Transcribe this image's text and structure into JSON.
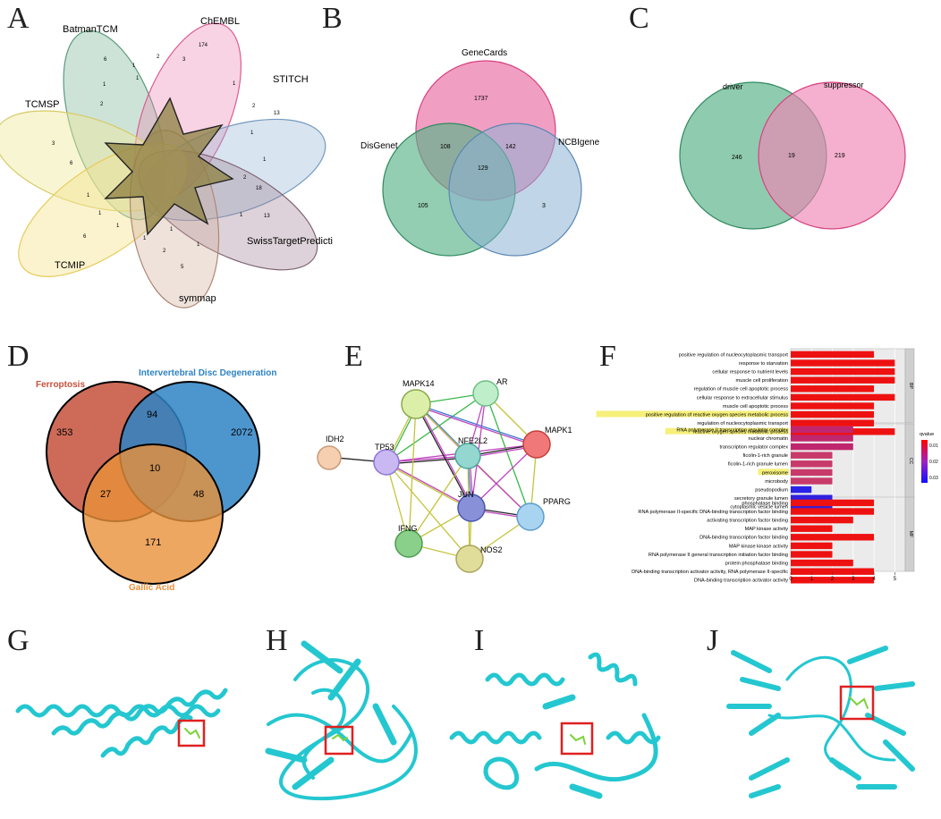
{
  "panels": [
    "A",
    "B",
    "C",
    "D",
    "E",
    "F",
    "G",
    "H",
    "I",
    "J"
  ],
  "venn_a": {
    "labels": [
      "BatmanTCM",
      "ChEMBL",
      "STITCH",
      "TCMSP",
      "SwissTargetPredicti",
      "TCMIP",
      "symmap"
    ],
    "numbers": [
      "6",
      "174",
      "13",
      "3",
      "6",
      "13",
      "6",
      "5",
      "18",
      "1",
      "1",
      "2",
      "3",
      "2",
      "1",
      "1",
      "1",
      "2",
      "1",
      "1",
      "1",
      "1",
      "2",
      "1",
      "1",
      "2",
      "1",
      "1"
    ]
  },
  "venn_b": {
    "labels": [
      "GeneCards",
      "DisGenet",
      "NCBIgene"
    ],
    "numbers": [
      "1737",
      "108",
      "142",
      "129",
      "105",
      "3"
    ]
  },
  "venn_c": {
    "labels": [
      "driver",
      "suppressor"
    ],
    "numbers": [
      "246",
      "19",
      "219"
    ]
  },
  "venn_d": {
    "labels": [
      "Ferroptosis",
      "Intervertebral Disc Degeneration",
      "Gallic Acid"
    ],
    "numbers": [
      "353",
      "94",
      "2072",
      "10",
      "27",
      "48",
      "171"
    ],
    "colors": [
      "#c4513b",
      "#2e83c4",
      "#e8913a"
    ]
  },
  "network_e": {
    "nodes": [
      "MAPK14",
      "AR",
      "IDH2",
      "TP53",
      "NFE2L2",
      "MAPK1",
      "JUN",
      "PPARG",
      "IFNG",
      "NOS2"
    ]
  },
  "chart_f": {
    "groups": [
      "BP",
      "CC",
      "MF"
    ],
    "terms": [
      "positive regulation of nucleocytoplasmic transport",
      "response to starvation",
      "cellular response to nutrient levels",
      "muscle cell proliferation",
      "regulation of muscle cell apoptotic process",
      "cellular response to extracellular stimulus",
      "muscle cell apoptotic process",
      "positive regulation of reactive oxygen species metabolic process",
      "regulation of nucleocytoplasmic transport",
      "reactive oxygen species metabolic process",
      "RNA polymerase II transcription regulator complex",
      "nuclear chromatin",
      "transcription regulator complex",
      "ficolin-1-rich granule",
      "ficolin-1-rich granule lumen",
      "peroxisome",
      "microbody",
      "pseudopodium",
      "secretory granule lumen",
      "cytoplasmic vesicle lumen",
      "phosphatase binding",
      "RNA polymerase II-specific DNA-binding transcription factor binding",
      "activating transcription factor binding",
      "MAP kinase activity",
      "DNA-binding transcription factor binding",
      "MAP kinase kinase activity",
      "RNA polymerase II general transcription initiation factor binding",
      "protein phosphatase binding",
      "DNA-binding transcription activator activity, RNA polymerase II-specific",
      "DNA-binding transcription activator activity"
    ],
    "xticks": [
      "0",
      "1",
      "2",
      "3",
      "4",
      "5"
    ],
    "legend_title": "qvalue",
    "legend_ticks": [
      "0.01",
      "0.02",
      "0.03"
    ]
  },
  "chart_data": {
    "type": "bar",
    "categories": [
      "positive regulation of nucleocytoplasmic transport",
      "response to starvation",
      "cellular response to nutrient levels",
      "muscle cell proliferation",
      "regulation of muscle cell apoptotic process",
      "cellular response to extracellular stimulus",
      "muscle cell apoptotic process",
      "positive regulation of reactive oxygen species metabolic process",
      "regulation of nucleocytoplasmic transport",
      "reactive oxygen species metabolic process",
      "RNA polymerase II transcription regulator complex",
      "nuclear chromatin",
      "transcription regulator complex",
      "ficolin-1-rich granule",
      "ficolin-1-rich granule lumen",
      "peroxisome",
      "microbody",
      "pseudopodium",
      "secretory granule lumen",
      "cytoplasmic vesicle lumen",
      "phosphatase binding",
      "RNA polymerase II-specific DNA-binding transcription factor binding",
      "activating transcription factor binding",
      "MAP kinase activity",
      "DNA-binding transcription factor binding",
      "MAP kinase kinase activity",
      "RNA polymerase II general transcription initiation factor binding",
      "protein phosphatase binding",
      "DNA-binding transcription activator activity, RNA polymerase II-specific",
      "DNA-binding transcription activator activity"
    ],
    "values": [
      4,
      5,
      5,
      5,
      4,
      5,
      4,
      4,
      4,
      5,
      3,
      3,
      3,
      2,
      2,
      2,
      2,
      1,
      2,
      2,
      4,
      4,
      3,
      2,
      4,
      2,
      2,
      3,
      4,
      4
    ],
    "groups": [
      "BP",
      "BP",
      "BP",
      "BP",
      "BP",
      "BP",
      "BP",
      "BP",
      "BP",
      "BP",
      "CC",
      "CC",
      "CC",
      "CC",
      "CC",
      "CC",
      "CC",
      "CC",
      "CC",
      "CC",
      "MF",
      "MF",
      "MF",
      "MF",
      "MF",
      "MF",
      "MF",
      "MF",
      "MF",
      "MF"
    ],
    "bar_colors": [
      "#ee1111",
      "#ee1111",
      "#ee1111",
      "#ee1111",
      "#ee1111",
      "#ee1111",
      "#ee1111",
      "#ee1111",
      "#ee1111",
      "#ee1111",
      "#c0266e",
      "#c0266e",
      "#c0266e",
      "#c83a6a",
      "#c83a6a",
      "#c83a6a",
      "#c83a6a",
      "#2a22e6",
      "#3020e0",
      "#3020e0",
      "#ee1111",
      "#ee1111",
      "#ee1111",
      "#ee1111",
      "#ee1111",
      "#ee1111",
      "#ee1111",
      "#ee1111",
      "#ee1111",
      "#ee1111"
    ],
    "highlighted": [
      "positive regulation of reactive oxygen species metabolic process",
      "reactive oxygen species metabolic process",
      "peroxisome"
    ],
    "xlim": [
      0,
      5.5
    ],
    "legend": "right"
  }
}
